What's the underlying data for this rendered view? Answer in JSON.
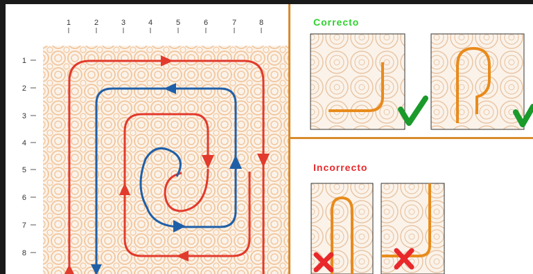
{
  "diagram": {
    "column_numbers": [
      "1",
      "2",
      "3",
      "4",
      "5",
      "6",
      "7",
      "8"
    ],
    "row_numbers": [
      "1",
      "2",
      "3",
      "4",
      "5",
      "6",
      "7",
      "8"
    ]
  },
  "panels": {
    "correct_label": "Correcto",
    "incorrect_label": "Incorrecto"
  },
  "colors": {
    "red_path": "#e23a2c",
    "blue_path": "#1f5fa8",
    "orange_path": "#e88b1c",
    "pattern": "#f2c8a0",
    "divider": "#d98a2b",
    "check": "#1a9a2a",
    "cross": "#e8282b"
  },
  "icons": [
    "check-icon",
    "cross-icon"
  ]
}
